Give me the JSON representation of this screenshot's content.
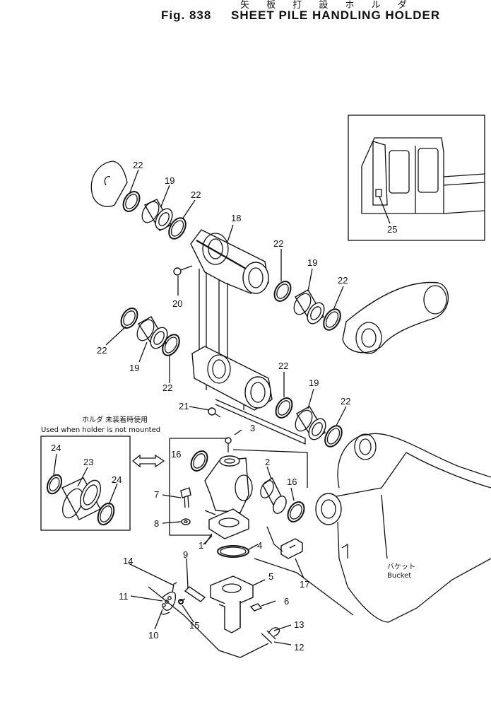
{
  "title": {
    "japanese": "矢 板 打 設 ホ ル ダ",
    "figure_number": "Fig. 838",
    "name": "SHEET PILE HANDLING HOLDER"
  },
  "notes": {
    "holder_not_mounted_jp": "ホルダ 未装着時使用",
    "holder_not_mounted_en": "Used when holder is not mounted",
    "bucket_jp": "バケット",
    "bucket_en": "Bucket"
  },
  "callouts": [
    {
      "id": "c22a",
      "label": "22"
    },
    {
      "id": "c19a",
      "label": "19"
    },
    {
      "id": "c22b",
      "label": "22"
    },
    {
      "id": "c18",
      "label": "18"
    },
    {
      "id": "c20",
      "label": "20"
    },
    {
      "id": "c22c",
      "label": "22"
    },
    {
      "id": "c19b",
      "label": "19"
    },
    {
      "id": "c22d",
      "label": "22"
    },
    {
      "id": "c22e",
      "label": "22"
    },
    {
      "id": "c19c",
      "label": "19"
    },
    {
      "id": "c22f",
      "label": "22"
    },
    {
      "id": "c22g",
      "label": "22"
    },
    {
      "id": "c19d",
      "label": "19"
    },
    {
      "id": "c22h",
      "label": "22"
    },
    {
      "id": "c21",
      "label": "21"
    },
    {
      "id": "c25",
      "label": "25"
    },
    {
      "id": "c3",
      "label": "3"
    },
    {
      "id": "c16a",
      "label": "16"
    },
    {
      "id": "c2",
      "label": "2"
    },
    {
      "id": "c16b",
      "label": "16"
    },
    {
      "id": "c7",
      "label": "7"
    },
    {
      "id": "c8",
      "label": "8"
    },
    {
      "id": "c1",
      "label": "1"
    },
    {
      "id": "c4",
      "label": "4"
    },
    {
      "id": "c17",
      "label": "17"
    },
    {
      "id": "c9",
      "label": "9"
    },
    {
      "id": "c14",
      "label": "14"
    },
    {
      "id": "c5",
      "label": "5"
    },
    {
      "id": "c11",
      "label": "11"
    },
    {
      "id": "c6",
      "label": "6"
    },
    {
      "id": "c15",
      "label": "15"
    },
    {
      "id": "c10",
      "label": "10"
    },
    {
      "id": "c13",
      "label": "13"
    },
    {
      "id": "c12",
      "label": "12"
    },
    {
      "id": "c24a",
      "label": "24"
    },
    {
      "id": "c23",
      "label": "23"
    },
    {
      "id": "c24b",
      "label": "24"
    }
  ]
}
